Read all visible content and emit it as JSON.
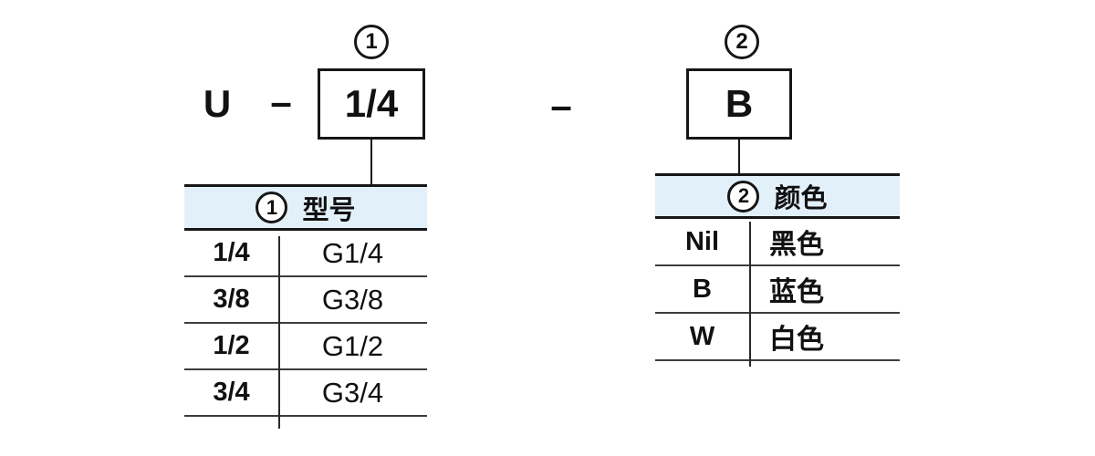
{
  "code_line": {
    "prefix": "U",
    "separator1": "–",
    "separator2": "–",
    "box1": {
      "marker": "1",
      "value": "1/4"
    },
    "box2": {
      "marker": "2",
      "value": "B"
    }
  },
  "left_table": {
    "marker": "1",
    "title": "型号",
    "rows": [
      {
        "code": "1/4",
        "desc": "G1/4"
      },
      {
        "code": "3/8",
        "desc": "G3/8"
      },
      {
        "code": "1/2",
        "desc": "G1/2"
      },
      {
        "code": "3/4",
        "desc": "G3/4"
      }
    ]
  },
  "right_table": {
    "marker": "2",
    "title": "颜色",
    "rows": [
      {
        "code": "Nil",
        "desc": "黑色"
      },
      {
        "code": "B",
        "desc": "蓝色"
      },
      {
        "code": "W",
        "desc": "白色"
      }
    ]
  },
  "colors": {
    "header_bg": "#e2f0fa",
    "line": "#161616"
  }
}
